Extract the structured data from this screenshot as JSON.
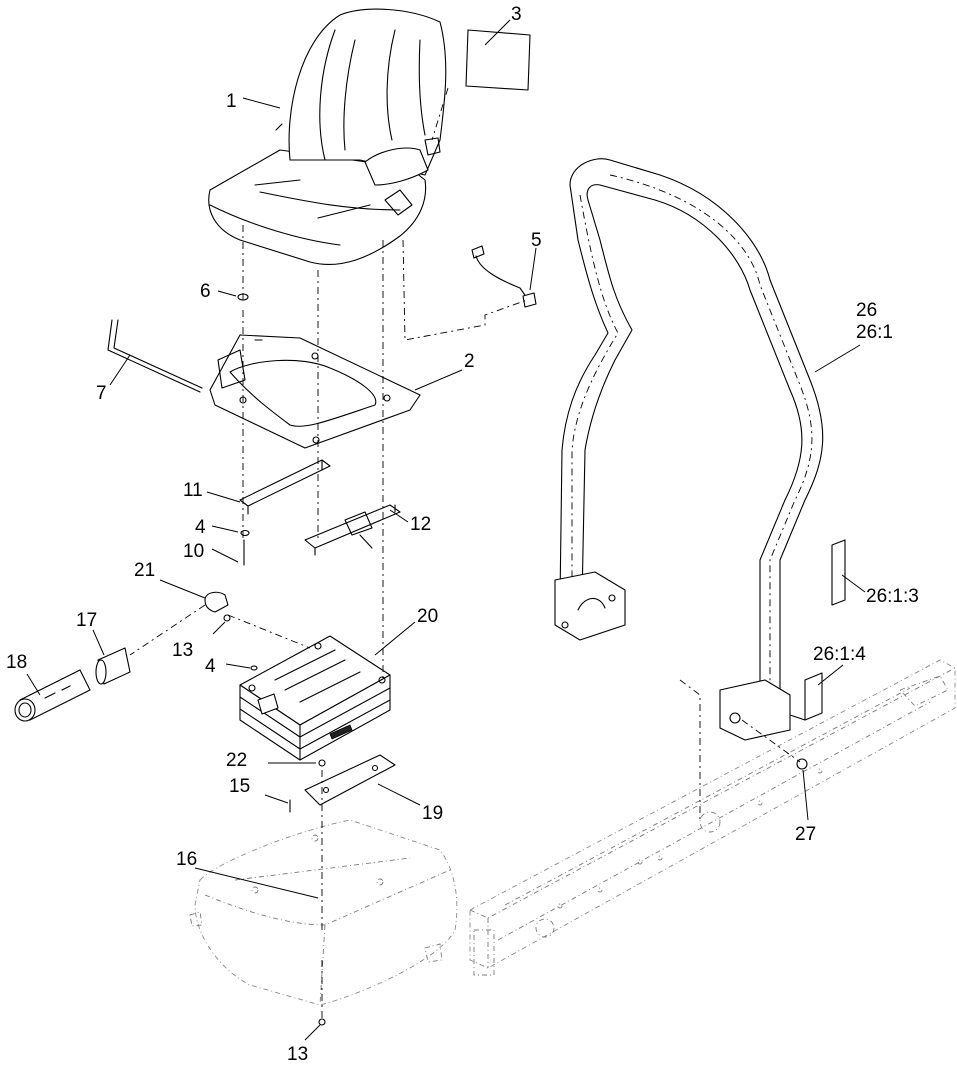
{
  "callouts": {
    "c1": "1",
    "c2": "2",
    "c3": "3",
    "c4a": "4",
    "c4b": "4",
    "c5": "5",
    "c6": "6",
    "c7": "7",
    "c10": "10",
    "c11": "11",
    "c12": "12",
    "c13a": "13",
    "c13b": "13",
    "c15": "15",
    "c16": "16",
    "c17": "17",
    "c18": "18",
    "c19": "19",
    "c20": "20",
    "c21": "21",
    "c22": "22",
    "c26": "26",
    "c26_1": "26:1",
    "c26_1_3": "26:1:3",
    "c26_1_4": "26:1:4",
    "c27": "27"
  }
}
